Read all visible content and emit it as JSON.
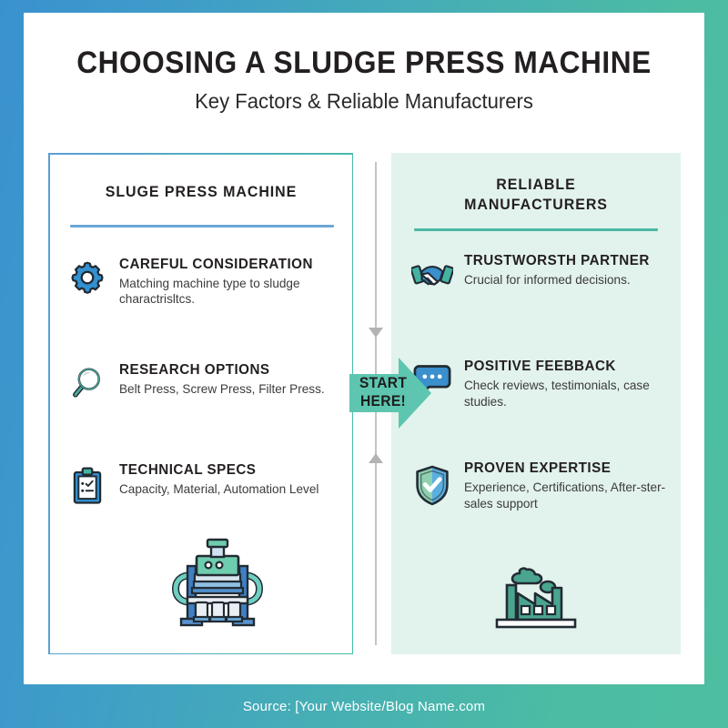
{
  "header": {
    "title": "CHOOSING A SLUDGE PRESS MACHINE",
    "subtitle": "Key Factors & Reliable Manufacturers"
  },
  "left_column": {
    "heading": "SLUGE PRESS MACHINE",
    "items": [
      {
        "icon": "gear-icon",
        "title": "CAREFUL CONSIDERATION",
        "desc": "Matching machine type to sludge charactrisltcs."
      },
      {
        "icon": "magnifier-icon",
        "title": "RESEARCH OPTIONS",
        "desc": "Belt Press, Screw Press, Filter Press."
      },
      {
        "icon": "clipboard-checklist-icon",
        "title": "TECHNICAL SPECS",
        "desc": "Capacity, Material, Automation Level"
      }
    ],
    "illustration": "filter-press-machine-icon"
  },
  "right_column": {
    "heading": "RELIABLE\nMANUFACTURERS",
    "items": [
      {
        "icon": "handshake-icon",
        "title": "TRUSTWORSTH PARTNER",
        "desc": "Crucial for informed decisions."
      },
      {
        "icon": "speech-bubble-icon",
        "title": "POSITIVE FEEBBACK",
        "desc": "Check reviews, testimonials, case studies."
      },
      {
        "icon": "shield-check-icon",
        "title": "PROVEN EXPERTISE",
        "desc": "Experience, Certifications, After-ster-sales support"
      }
    ],
    "illustration": "factory-icon"
  },
  "connector": {
    "start_label": "START\nHERE!",
    "arrow_down": "arrow-down-icon",
    "arrow_up": "arrow-up-icon"
  },
  "footer": {
    "source": "Source: [Your Website/Blog Name.com"
  },
  "colors": {
    "frame_gradient_start": "#3a91cf",
    "frame_gradient_end": "#4dbfa0",
    "left_panel_border": "#5b9fd4",
    "right_panel_fill": "#e2f2ec",
    "accent_blue": "#3291d1",
    "accent_teal": "#49b8a5",
    "start_arrow": "#5ec6b0",
    "title_color": "#231f20"
  }
}
